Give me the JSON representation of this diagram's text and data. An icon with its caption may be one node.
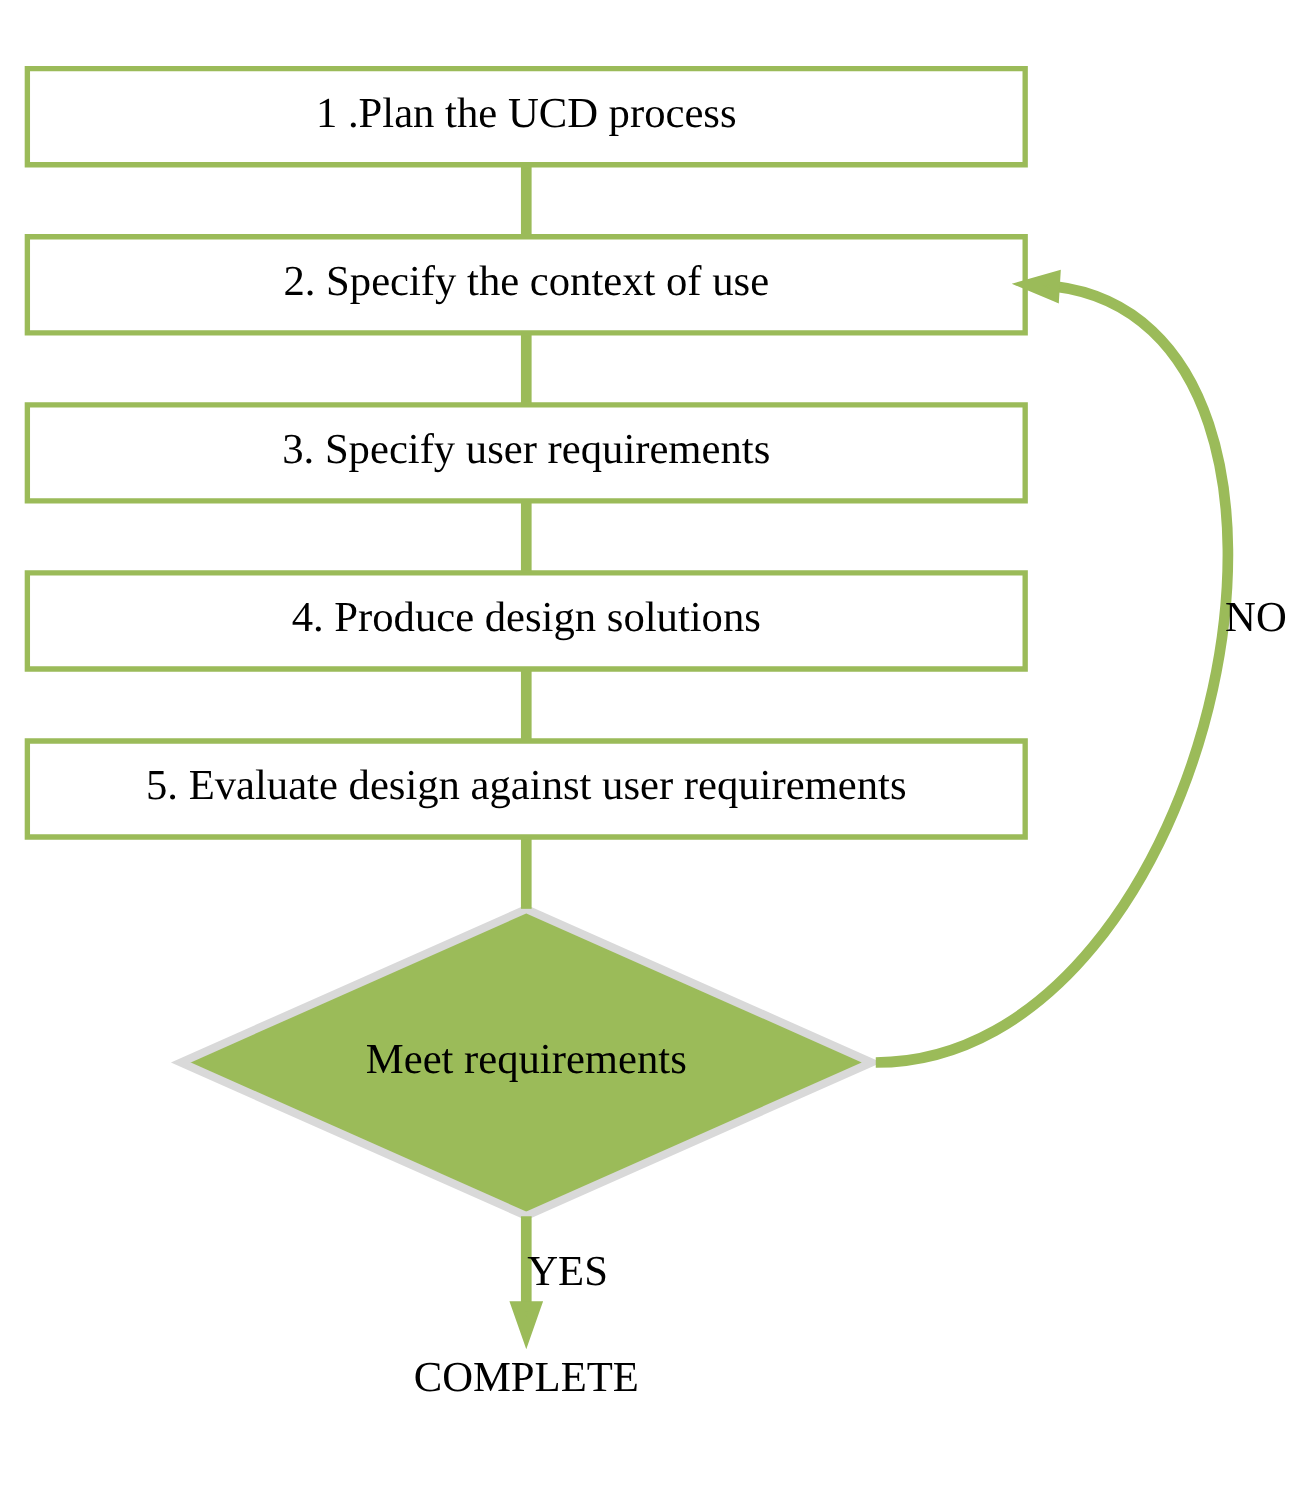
{
  "diagram": {
    "nodes": [
      {
        "text": [
          "1 .Plan the UCD process"
        ]
      },
      {
        "text": [
          "2. Specify the context of use"
        ]
      },
      {
        "text": [
          "3. Specify user requirements"
        ]
      },
      {
        "text": [
          "4. Produce design solutions"
        ]
      },
      {
        "text": [
          "5. Evaluate design against user requirements"
        ]
      },
      {
        "text": [
          "Meet requirements"
        ]
      },
      {
        "text": [
          "COMPLETE"
        ]
      }
    ],
    "edges": [
      {
        "from": 0,
        "to": 1,
        "arrow": "none"
      },
      {
        "from": 1,
        "to": 2,
        "arrow": "none"
      },
      {
        "from": 2,
        "to": 3,
        "arrow": "none"
      },
      {
        "from": 3,
        "to": 4,
        "arrow": "none"
      },
      {
        "from": 4,
        "to": 5,
        "arrow": "none"
      },
      {
        "from": 5,
        "to": 6,
        "arrow": "to",
        "label": "YES"
      },
      {
        "from": 5,
        "to": 1,
        "arrow": "to",
        "label": "NO"
      }
    ]
  }
}
